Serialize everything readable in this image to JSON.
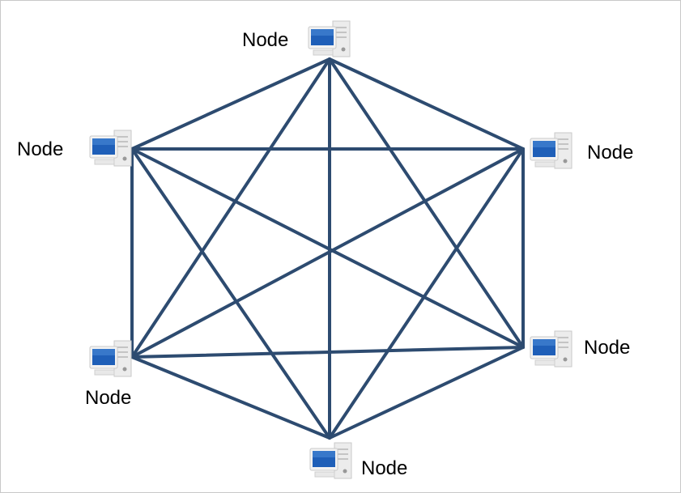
{
  "nodes": [
    {
      "id": "top",
      "label": "Node",
      "icon": "computer-icon"
    },
    {
      "id": "upper-left",
      "label": "Node",
      "icon": "computer-icon"
    },
    {
      "id": "upper-right",
      "label": "Node",
      "icon": "computer-icon"
    },
    {
      "id": "lower-left",
      "label": "Node",
      "icon": "computer-icon"
    },
    {
      "id": "lower-right",
      "label": "Node",
      "icon": "computer-icon"
    },
    {
      "id": "bottom",
      "label": "Node",
      "icon": "computer-icon"
    }
  ],
  "topology": "full-mesh",
  "colors": {
    "link": "#2d4b70",
    "monitor": "#1f5fb8"
  }
}
